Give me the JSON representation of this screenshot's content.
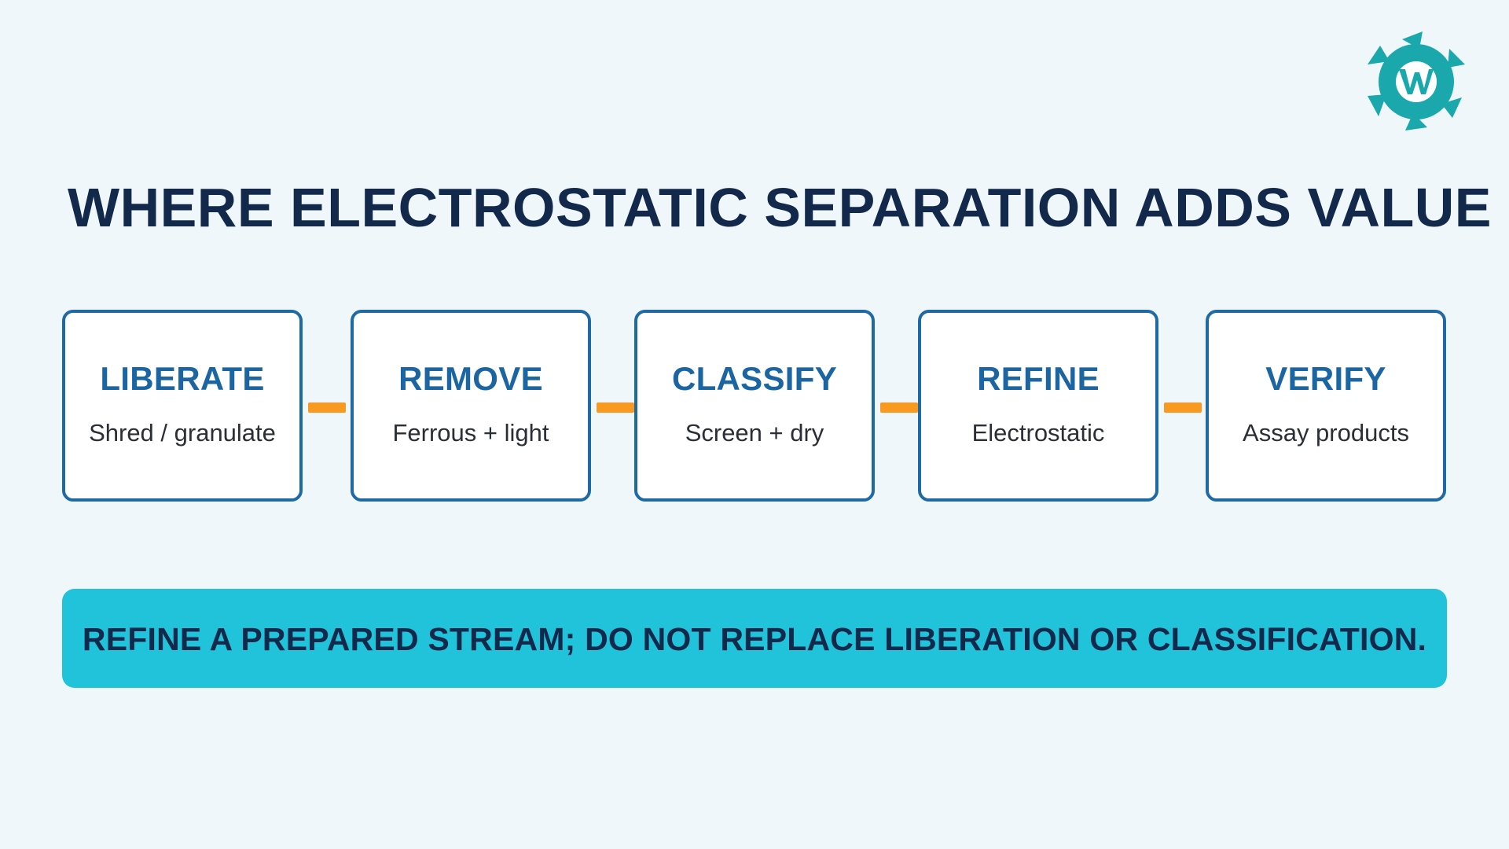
{
  "title": "WHERE ELECTROSTATIC SEPARATION ADDS VALUE",
  "logo": {
    "icon": "gear-logo-icon",
    "color": "#1aa8ad"
  },
  "steps": [
    {
      "label": "LIBERATE",
      "description": "Shred / granulate"
    },
    {
      "label": "REMOVE",
      "description": "Ferrous + light"
    },
    {
      "label": "CLASSIFY",
      "description": "Screen + dry"
    },
    {
      "label": "REFINE",
      "description": "Electrostatic"
    },
    {
      "label": "VERIFY",
      "description": "Assay products"
    }
  ],
  "banner": {
    "text": "REFINE A PREPARED STREAM; DO NOT REPLACE LIBERATION OR CLASSIFICATION."
  },
  "colors": {
    "background": "#eff7fa",
    "title": "#13294b",
    "box_border": "#1f6aa4",
    "step_label": "#1b65a3",
    "connector": "#f79a1f",
    "banner": "#20c3d9"
  }
}
